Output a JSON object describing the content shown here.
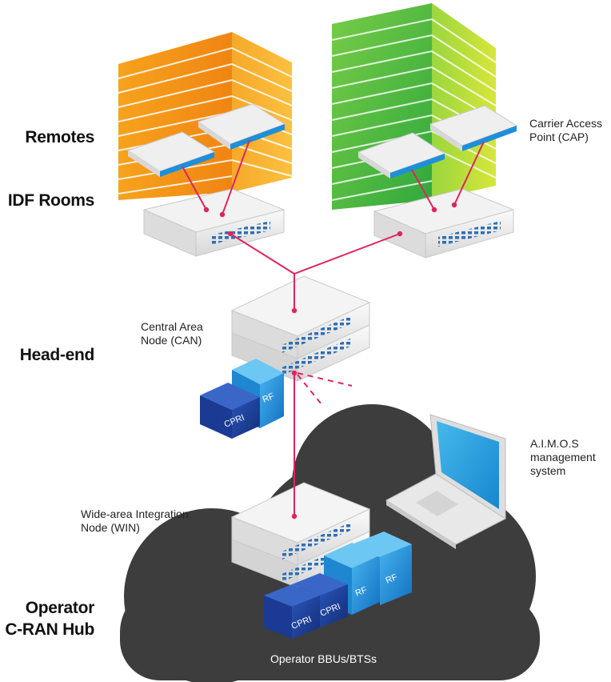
{
  "tiers": {
    "remotes": "Remotes",
    "idf_rooms": "IDF Rooms",
    "head_end": "Head-end",
    "hub_line1": "Operator",
    "hub_line2": "C-RAN Hub"
  },
  "notes": {
    "cap_line1": "Carrier Access",
    "cap_line2": "Point (CAP)",
    "can_line1": "Central Area",
    "can_line2": "Node (CAN)",
    "win_line1": "Wide-area Integration",
    "win_line2": "Node (WIN)",
    "aimos_line1": "A.I.M.O.S",
    "aimos_line2": "management",
    "aimos_line3": "system",
    "bbu": "Operator BBUs/BTSs"
  },
  "units": {
    "cpri": "CPRI",
    "rf": "RF"
  },
  "colors": {
    "orange_building": "#f39a1a",
    "green_building": "#5cc23a",
    "cloud": "#3d3d3d",
    "link": "#e0245e",
    "rf_unit": "#1e8fd8",
    "cpri_unit": "#1c3f9e",
    "screen": "#2aa3e0"
  },
  "icons": [
    "building-icon",
    "access-point-icon",
    "switch-icon",
    "rack-icon",
    "laptop-icon",
    "cloud-icon"
  ]
}
